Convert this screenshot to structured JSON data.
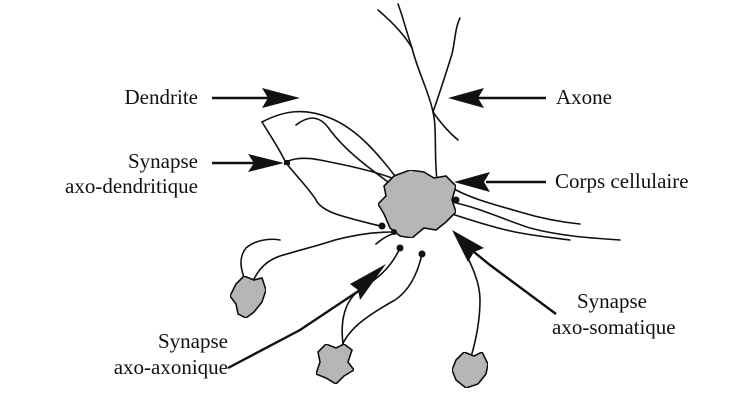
{
  "labels": {
    "dendrite": "Dendrite",
    "axone": "Axone",
    "corps": "Corps cellulaire",
    "synapse_axo_dendritique": [
      "Synapse",
      "axo-dendritique"
    ],
    "synapse_axo_somatique": [
      "Synapse",
      "axo-somatique"
    ],
    "synapse_axo_axonique": [
      "Synapse",
      "axo-axonique"
    ]
  }
}
